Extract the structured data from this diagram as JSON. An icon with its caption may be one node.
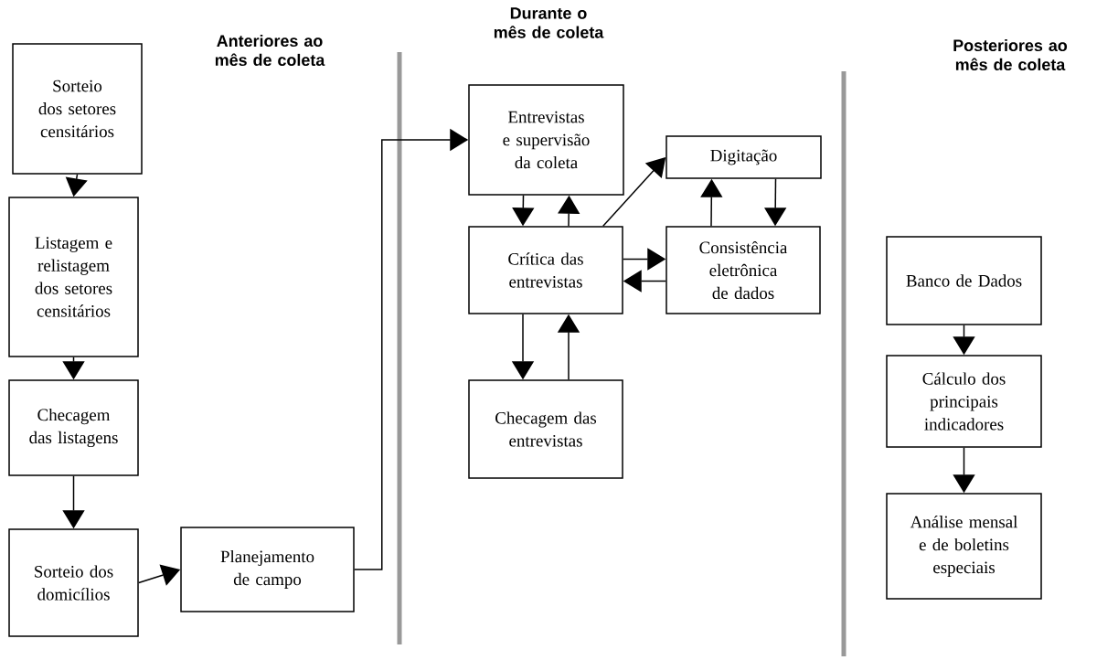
{
  "diagram": {
    "nodes": [
      {
        "text": [
          "Sorteio dos setores censitários"
        ]
      },
      {
        "text": [
          "Listagem e relistagem dos setores censitários"
        ]
      },
      {
        "text": [
          "Checagem das listagens"
        ]
      },
      {
        "text": [
          "Sorteio dos domicílios"
        ]
      },
      {
        "text": [
          "Planejamento de campo"
        ]
      },
      {
        "text": [
          "Entrevistas e supervisão da coleta"
        ]
      },
      {
        "text": [
          "Digitação"
        ]
      },
      {
        "text": [
          "Crítica das entrevistas"
        ]
      },
      {
        "text": [
          "Consistência eletrônica de dados"
        ]
      },
      {
        "text": [
          "Checagem das entrevistas"
        ]
      },
      {
        "text": [
          "Banco de Dados"
        ]
      },
      {
        "text": [
          "Cálculo dos principais indicadores"
        ]
      },
      {
        "text": [
          "Análise mensal e de boletins especiais"
        ]
      }
    ],
    "edges": [
      {
        "from": 0,
        "to": 1,
        "arrow": "to"
      },
      {
        "from": 1,
        "to": 2,
        "arrow": "to"
      },
      {
        "from": 2,
        "to": 3,
        "arrow": "to"
      },
      {
        "from": 3,
        "to": 4,
        "arrow": "to"
      },
      {
        "from": 4,
        "to": 5,
        "arrow": "to"
      },
      {
        "from": 5,
        "to": 7,
        "arrow": "to"
      },
      {
        "from": 7,
        "to": 5,
        "arrow": "to"
      },
      {
        "from": 7,
        "to": 6,
        "arrow": "to"
      },
      {
        "from": 7,
        "to": 8,
        "arrow": "to"
      },
      {
        "from": 8,
        "to": 7,
        "arrow": "to"
      },
      {
        "from": 8,
        "to": 6,
        "arrow": "to"
      },
      {
        "from": 6,
        "to": 8,
        "arrow": "to"
      },
      {
        "from": 7,
        "to": 9,
        "arrow": "to"
      },
      {
        "from": 9,
        "to": 7,
        "arrow": "to"
      },
      {
        "from": 10,
        "to": 11,
        "arrow": "to"
      },
      {
        "from": 11,
        "to": 12,
        "arrow": "to"
      }
    ],
    "labels": [
      "Durante o mês de coleta",
      "Anteriores ao mês de coleta",
      "Posteriores ao mês de coleta"
    ]
  }
}
